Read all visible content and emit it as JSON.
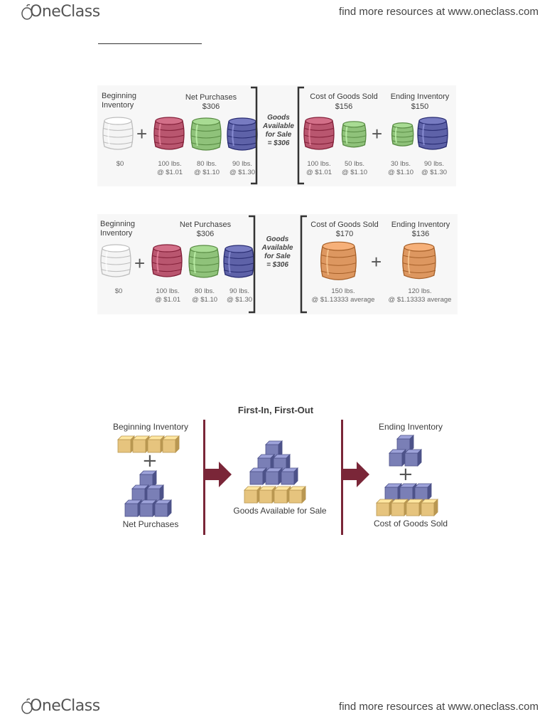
{
  "header": {
    "logo": "OneClass",
    "tagline": "find more resources at www.oneclass.com"
  },
  "footer": {
    "logo": "OneClass",
    "tagline": "find more resources at www.oneclass.com"
  },
  "figure1": {
    "beginning_label": "Beginning\nInventory",
    "beginning_value": "$0",
    "net_purchases_label": "Net Purchases",
    "net_purchases_value": "$306",
    "goods_label": "Goods\nAvailable\nfor Sale\n= $306",
    "purchases": [
      {
        "qty": "100 lbs.",
        "price": "@ $1.01"
      },
      {
        "qty": "80 lbs.",
        "price": "@ $1.10"
      },
      {
        "qty": "90 lbs.",
        "price": "@ $1.30"
      }
    ],
    "cogs_label": "Cost of Goods Sold",
    "cogs_value": "$156",
    "cogs_items": [
      {
        "qty": "100 lbs.",
        "price": "@ $1.01"
      },
      {
        "qty": "50 lbs.",
        "price": "@ $1.10"
      }
    ],
    "ending_label": "Ending Inventory",
    "ending_value": "$150",
    "ending_items": [
      {
        "qty": "30 lbs.",
        "price": "@ $1.10"
      },
      {
        "qty": "90 lbs.",
        "price": "@ $1.30"
      }
    ]
  },
  "figure2": {
    "beginning_label": "Beginning\nInventory",
    "beginning_value": "$0",
    "net_purchases_label": "Net Purchases",
    "net_purchases_value": "$306",
    "goods_label": "Goods\nAvailable\nfor Sale\n= $306",
    "purchases": [
      {
        "qty": "100 lbs.",
        "price": "@ $1.01"
      },
      {
        "qty": "80 lbs.",
        "price": "@ $1.10"
      },
      {
        "qty": "90 lbs.",
        "price": "@ $1.30"
      }
    ],
    "cogs_label": "Cost of Goods Sold",
    "cogs_value": "$170",
    "cogs_qty": "150 lbs.",
    "cogs_price": "@ $1.13333 average",
    "ending_label": "Ending Inventory",
    "ending_value": "$136",
    "ending_qty": "120 lbs.",
    "ending_price": "@ $1.13333 average"
  },
  "fifo": {
    "title": "First-In, First-Out",
    "beginning_inventory": "Beginning Inventory",
    "net_purchases": "Net Purchases",
    "goods_available": "Goods Available for Sale",
    "ending_inventory": "Ending Inventory",
    "cogs": "Cost of Goods Sold"
  },
  "colors": {
    "barrel_white": "#f4f4f4",
    "barrel_red": "#b9566f",
    "barrel_green": "#8fc27a",
    "barrel_blue": "#5e62a8",
    "barrel_orange": "#dd9760",
    "box_tan": "#e6c47e",
    "box_blue": "#7a7fb6",
    "accent_maroon": "#7a2638"
  }
}
